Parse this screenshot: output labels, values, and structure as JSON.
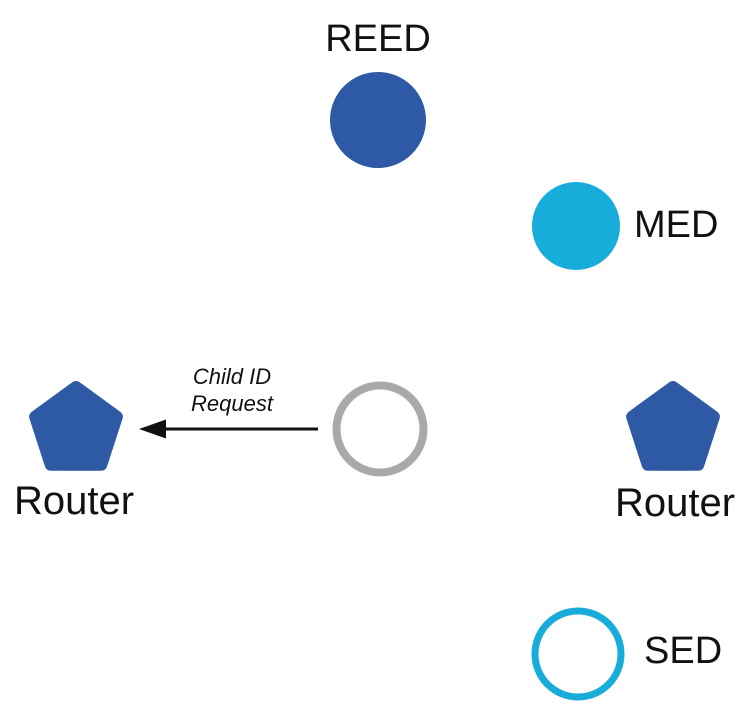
{
  "diagram": {
    "nodes": {
      "reed": {
        "label": "REED",
        "shape": "circle",
        "fill_style": "solid-blue"
      },
      "med": {
        "label": "MED",
        "shape": "circle",
        "fill_style": "solid-cyan"
      },
      "joining_device": {
        "label": "",
        "shape": "circle",
        "fill_style": "outline-gray"
      },
      "router_left": {
        "label": "Router",
        "shape": "pentagon",
        "fill_style": "solid-blue"
      },
      "router_right": {
        "label": "Router",
        "shape": "pentagon",
        "fill_style": "solid-blue"
      },
      "sed": {
        "label": "SED",
        "shape": "circle",
        "fill_style": "outline-cyan"
      }
    },
    "message": {
      "line1": "Child ID",
      "line2": "Request",
      "direction": "joining-device-to-left-router"
    },
    "colors": {
      "blue": "#2E5AA5",
      "cyan": "#18ACDA",
      "gray": "#A9A9A9",
      "black": "#111111",
      "white": "#FFFFFF"
    }
  }
}
